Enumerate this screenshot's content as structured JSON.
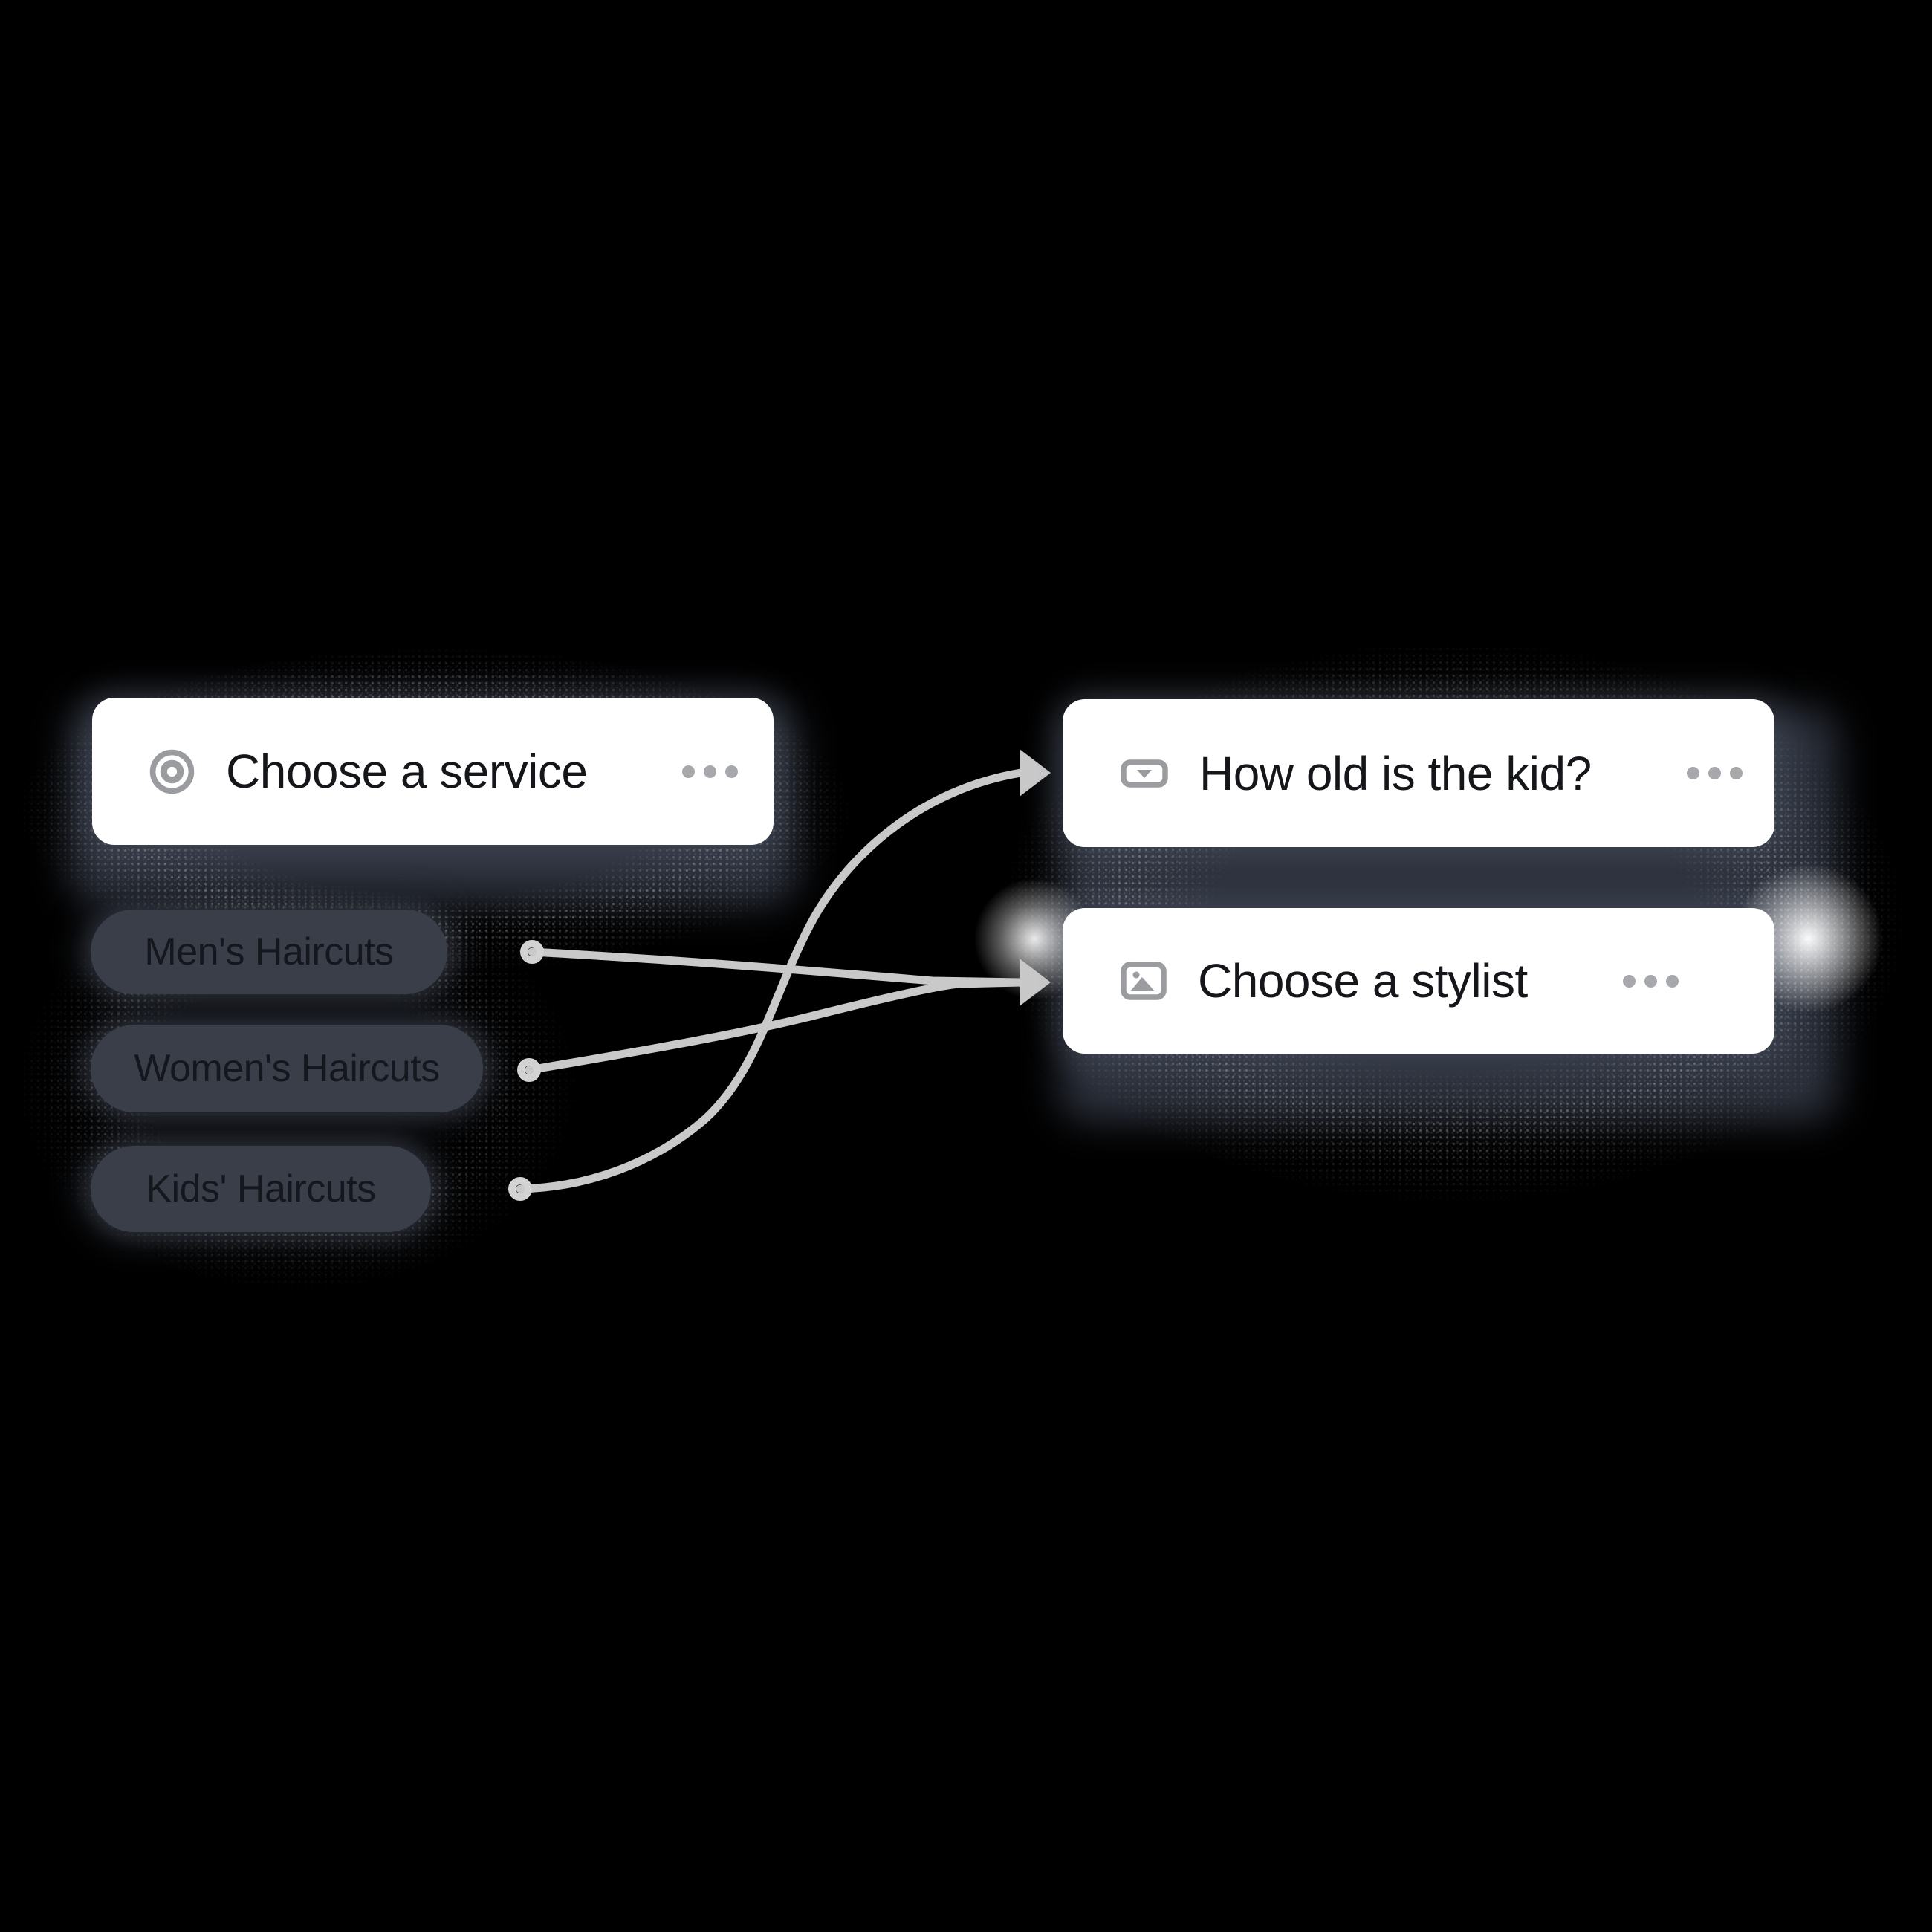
{
  "canvas": {
    "type": "form-logic-map",
    "background": "#000000"
  },
  "nodes": {
    "service": {
      "title": "Choose a service",
      "icon": "target-icon",
      "menu_icon": "more-options"
    },
    "kid_age": {
      "title": "How old is the kid?",
      "icon": "dropdown-icon",
      "menu_icon": "more-options"
    },
    "stylist": {
      "title": "Choose a stylist",
      "icon": "image-icon",
      "menu_icon": "more-options"
    }
  },
  "choices": [
    {
      "label": "Men's Haircuts"
    },
    {
      "label": "Women's Haircuts"
    },
    {
      "label": "Kids' Haircuts"
    }
  ],
  "connections": [
    {
      "from": "Men's Haircuts",
      "to": "Choose a stylist"
    },
    {
      "from": "Women's Haircuts",
      "to": "Choose a stylist"
    },
    {
      "from": "Kids' Haircuts",
      "to": "How old is the kid?"
    }
  ],
  "colors": {
    "bg": "#000000",
    "card-bg": "#ffffff",
    "card-text": "#15161a",
    "pill-bg": "#3a3e49",
    "pill-text": "#15171e",
    "icon-gray": "#9b9ca0",
    "dots-gray": "#a7a8ac",
    "line": "#c9c9c9",
    "port": "#d3d3d3",
    "shadow-slate": "#2c313c"
  }
}
